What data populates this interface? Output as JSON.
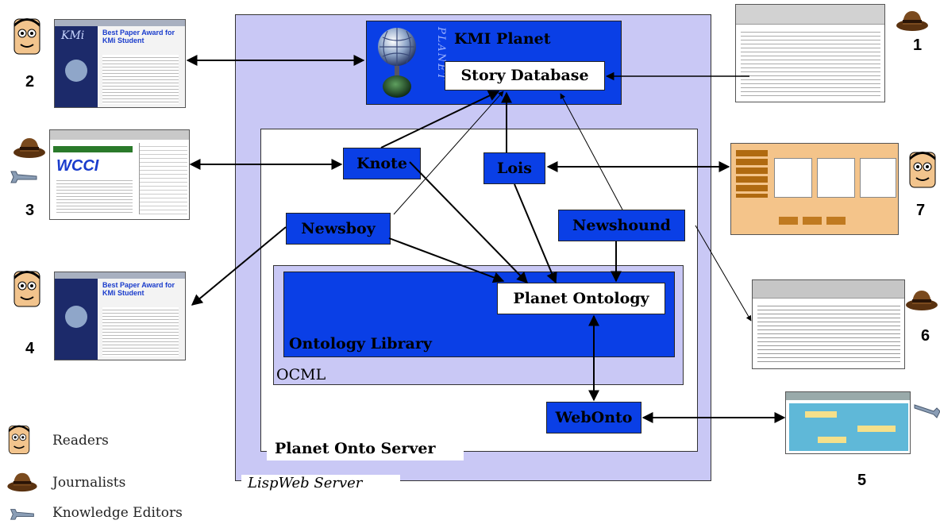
{
  "containers": {
    "lispweb_label": "LispWeb Server",
    "server_label": "Planet Onto Server",
    "ocml_label": "OCML",
    "library_label": "Ontology Library"
  },
  "planet": {
    "title": "KMI Planet",
    "db_label": "Story Database",
    "logo_text": "PLANET"
  },
  "agents": {
    "knote": "Knote",
    "lois": "Lois",
    "newsboy": "Newsboy",
    "newshound": "Newshound",
    "ontology": "Planet Ontology",
    "webonto": "WebOnto"
  },
  "clients": {
    "c1": "1",
    "c2": "2",
    "c3": "3",
    "c4": "4",
    "c5": "5",
    "c6": "6",
    "c7": "7",
    "page_title": "Best Paper Award for KMi Student",
    "page_logo": "KMi",
    "wcci_text": "WCCI"
  },
  "legend": {
    "readers": "Readers",
    "journalists": "Journalists",
    "editors": "Knowledge Editors"
  },
  "colors": {
    "box_blue": "#0a3fe6",
    "container_lilac": "#c9c8f5",
    "skin": "#f2c48d",
    "hat_brown": "#5a3210",
    "wrench_gray": "#8a9db5"
  }
}
